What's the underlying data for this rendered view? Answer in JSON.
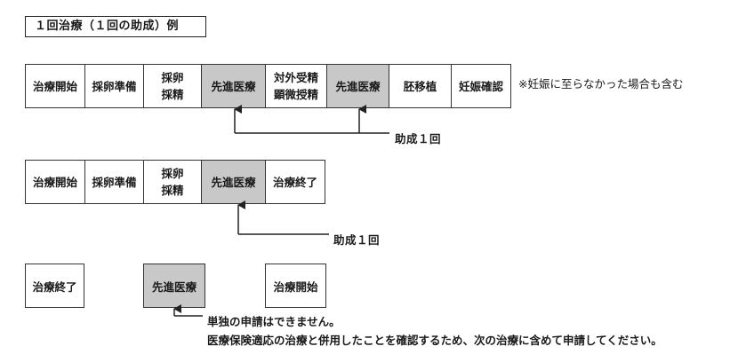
{
  "title": "１回治療（１回の助成）例",
  "example1": {
    "cells": [
      {
        "lines": [
          "治療開始"
        ],
        "shaded": false
      },
      {
        "lines": [
          "採卵準備"
        ],
        "shaded": false
      },
      {
        "lines": [
          "採卵",
          "採精"
        ],
        "shaded": false
      },
      {
        "lines": [
          "先進医療"
        ],
        "shaded": true
      },
      {
        "lines": [
          "対外受精",
          "顕微授精"
        ],
        "shaded": false
      },
      {
        "lines": [
          "先進医療"
        ],
        "shaded": true
      },
      {
        "lines": [
          "胚移植"
        ],
        "shaded": false
      },
      {
        "lines": [
          "妊娠確認"
        ],
        "shaded": false
      }
    ],
    "note": "※妊娠に至らなかった場合も含む",
    "subsidy_label": "助成１回"
  },
  "example2": {
    "cells": [
      {
        "lines": [
          "治療開始"
        ],
        "shaded": false
      },
      {
        "lines": [
          "採卵準備"
        ],
        "shaded": false
      },
      {
        "lines": [
          "採卵",
          "採精"
        ],
        "shaded": false
      },
      {
        "lines": [
          "先進医療"
        ],
        "shaded": true
      },
      {
        "lines": [
          "治療終了"
        ],
        "shaded": false
      }
    ],
    "subsidy_label": "助成１回"
  },
  "example3": {
    "end_box": "治療終了",
    "advanced_box": "先進医療",
    "start_box": "治療開始",
    "message_line1": "単独の申請はできません。",
    "message_line2": "医療保険適応の治療と併用したことを確認するため、次の治療に含めて申請してください。"
  }
}
